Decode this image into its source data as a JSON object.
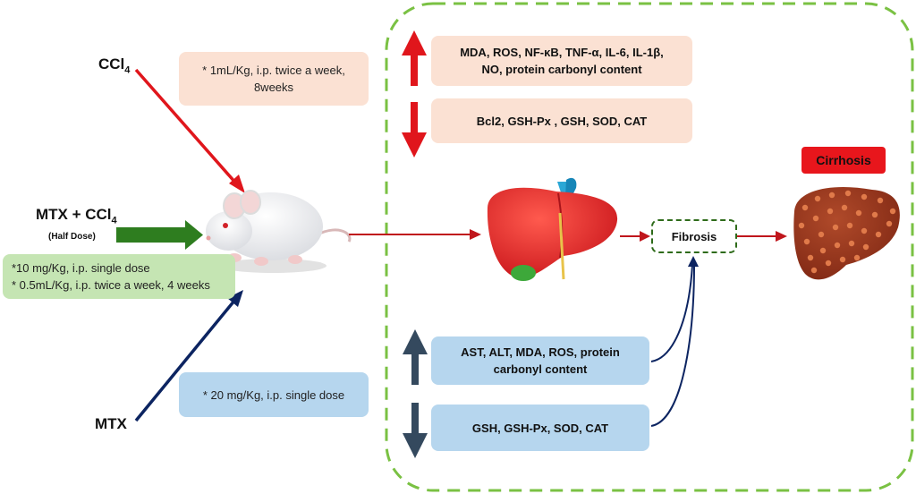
{
  "inputs": {
    "ccl4": {
      "name": "CCl",
      "sub": "4"
    },
    "combo": {
      "name": "MTX + CCl",
      "sub": "4",
      "note": "(Half Dose)"
    },
    "mtx": {
      "name": "MTX"
    }
  },
  "doses": {
    "ccl4": [
      "* 1mL/Kg, i.p. twice a week,",
      "8weeks"
    ],
    "combo": [
      "*10 mg/Kg, i.p. single dose",
      "* 0.5mL/Kg, i.p. twice a week, 4 weeks"
    ],
    "mtx": [
      "* 20 mg/Kg, i.p. single dose"
    ]
  },
  "markers": {
    "ccl4_up": [
      "MDA, ROS, NF-κB, TNF-α, IL-6, IL-1β,",
      "NO, protein carbonyl content"
    ],
    "ccl4_down": [
      "Bcl2, GSH-Px , GSH, SOD, CAT"
    ],
    "mtx_up": [
      "AST, ALT, MDA, ROS, protein",
      "carbonyl content"
    ],
    "mtx_down": [
      "GSH, GSH-Px, SOD, CAT"
    ]
  },
  "stages": {
    "fibrosis": "Fibrosis",
    "cirrhosis": "Cirrhosis"
  },
  "colors": {
    "ccl4_arrow": "#e0161c",
    "combo_arrow": "#2e7d1f",
    "mtx_arrow": "#0c2461",
    "flow_arrow": "#c0161c",
    "mtx_marker_arrow": "#34495e",
    "dashed_border": "#7ac143",
    "fibrosis_border": "#2e6b1a",
    "cirrhosis_badge": "#e8161c"
  },
  "icons": [
    "rat-icon",
    "healthy-liver-icon",
    "cirrhotic-liver-icon"
  ]
}
